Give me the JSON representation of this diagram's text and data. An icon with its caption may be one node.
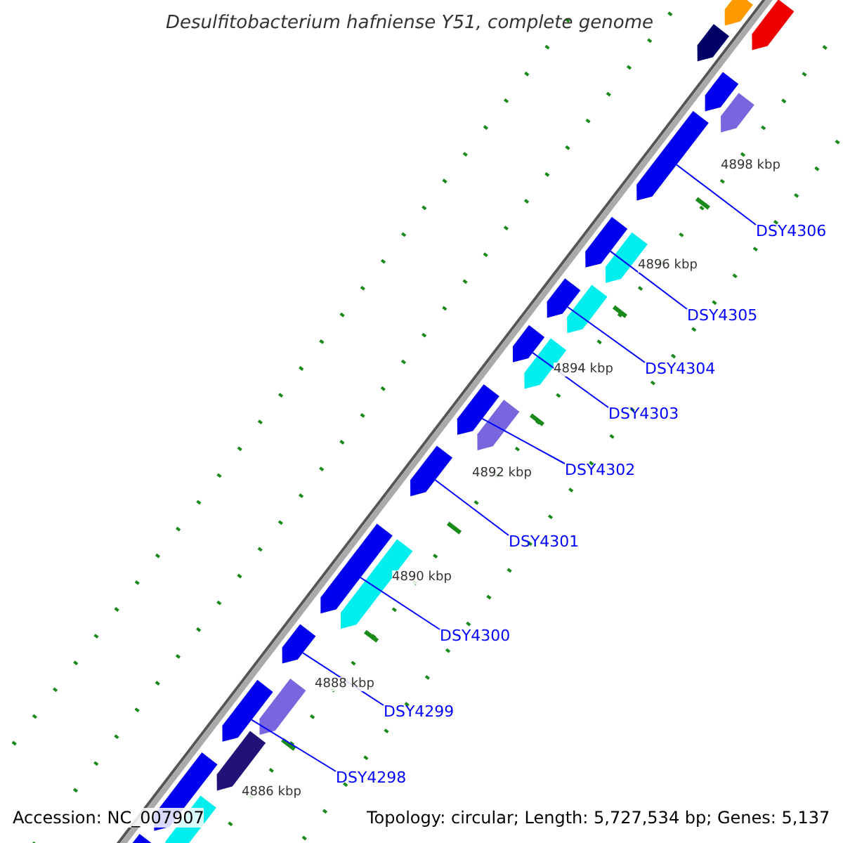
{
  "diagram": {
    "title": "Desulfitobacterium hafniense Y51, complete genome",
    "nodes": [
      {
        "text": [
          "DSY4306"
        ]
      },
      {
        "text": [
          "DSY4305"
        ]
      },
      {
        "text": [
          "DSY4304"
        ]
      },
      {
        "text": [
          "DSY4303"
        ]
      },
      {
        "text": [
          "DSY4302"
        ]
      },
      {
        "text": [
          "DSY4301"
        ]
      },
      {
        "text": [
          "DSY4300"
        ]
      },
      {
        "text": [
          "DSY4299"
        ]
      },
      {
        "text": [
          "DSY4298"
        ]
      },
      {
        "text": [],
        "shape": "arrow"
      },
      {
        "text": [],
        "shape": "arrow"
      },
      {
        "text": [],
        "shape": "arrow"
      },
      {
        "text": [],
        "shape": "arrow"
      },
      {
        "text": [],
        "shape": "arrow"
      },
      {
        "text": [],
        "shape": "arrow"
      },
      {
        "text": [],
        "shape": "arrow"
      },
      {
        "text": [],
        "shape": "arrow"
      },
      {
        "text": [],
        "shape": "arrow"
      },
      {
        "text": [],
        "shape": "arrow"
      },
      {
        "text": [],
        "shape": "arrow"
      },
      {
        "text": [],
        "shape": "arrow"
      },
      {
        "text": [],
        "shape": "arrow"
      },
      {
        "text": [],
        "shape": "arrow"
      },
      {
        "text": [],
        "shape": "arrow"
      },
      {
        "text": [],
        "shape": "arrow"
      },
      {
        "text": [],
        "shape": "arrow"
      },
      {
        "text": [],
        "shape": "arrow"
      },
      {
        "text": [],
        "shape": "arrow"
      },
      {
        "text": [],
        "shape": "arrow"
      },
      {
        "text": [],
        "shape": "arrow"
      },
      {
        "text": [],
        "shape": "arrow"
      },
      {
        "text": [],
        "shape": "arrow"
      },
      {
        "text": [],
        "shape": "arrow"
      }
    ],
    "edges": [
      {
        "from": 0,
        "to": 14,
        "arrow": "none"
      },
      {
        "from": 1,
        "to": 15,
        "arrow": "none"
      },
      {
        "from": 2,
        "to": 18,
        "arrow": "none"
      },
      {
        "from": 3,
        "to": 19,
        "arrow": "none"
      },
      {
        "from": 4,
        "to": 21,
        "arrow": "none"
      },
      {
        "from": 5,
        "to": 23,
        "arrow": "none"
      },
      {
        "from": 6,
        "to": 24,
        "arrow": "none"
      },
      {
        "from": 7,
        "to": 26,
        "arrow": "none"
      },
      {
        "from": 8,
        "to": 28,
        "arrow": "none"
      }
    ],
    "labels": [
      "4898 kbp",
      "4896 kbp",
      "4894 kbp",
      "4892 kbp",
      "4890 kbp",
      "4888 kbp",
      "4886 kbp",
      "Accession: NC_007907",
      "Topology: circular; Length: 5,727,534 bp; Genes: 5,137"
    ]
  }
}
